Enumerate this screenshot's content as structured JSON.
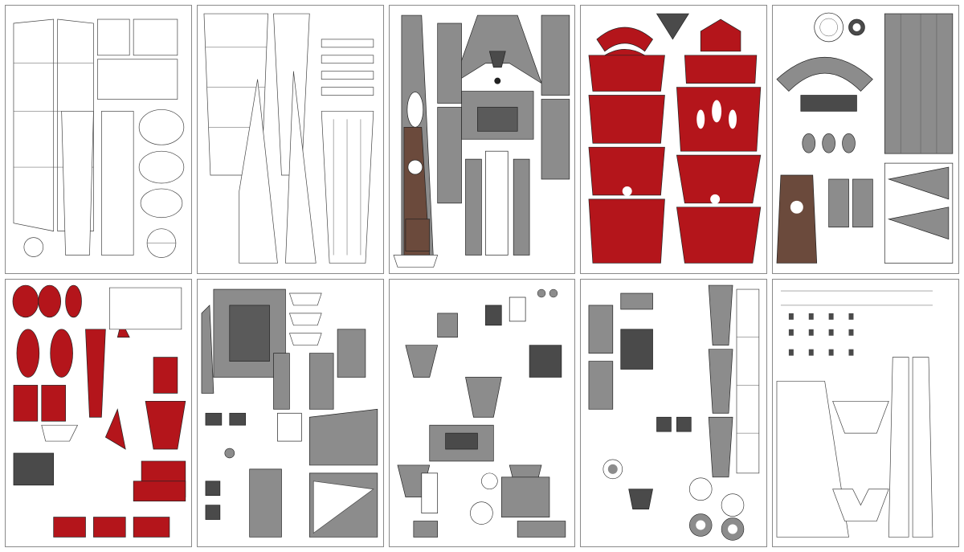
{
  "palette": {
    "hull_red": "#b4151b",
    "panel_gray": "#8c8c8c",
    "dark_gray": "#4a4a4a",
    "deck_brown": "#6b4a3c",
    "outline": "#222222",
    "sheet_border": "#8a8a8a"
  },
  "sheets": [
    {
      "id": 1,
      "theme": "line-art"
    },
    {
      "id": 2,
      "theme": "line-art"
    },
    {
      "id": 3,
      "theme": "gray-hull"
    },
    {
      "id": 4,
      "theme": "red-hull"
    },
    {
      "id": 5,
      "theme": "gray-details"
    },
    {
      "id": 6,
      "theme": "red-details"
    },
    {
      "id": 7,
      "theme": "gray-details"
    },
    {
      "id": 8,
      "theme": "small-parts"
    },
    {
      "id": 9,
      "theme": "small-parts"
    },
    {
      "id": 10,
      "theme": "line-art"
    }
  ]
}
